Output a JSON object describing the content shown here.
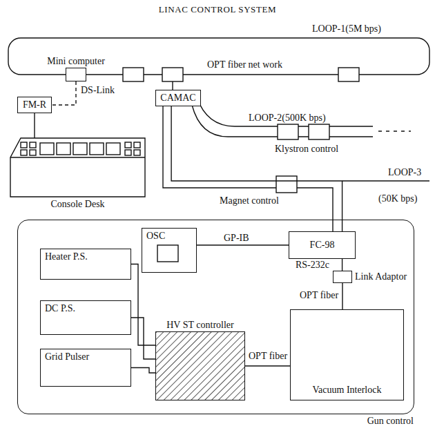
{
  "diagram": {
    "title": "LINAC CONTROL SYSTEM",
    "nodes": [
      {
        "text": [
          "Mini computer"
        ]
      },
      {
        "text": [
          "FM-R"
        ]
      },
      {
        "text": [
          "Console Desk"
        ]
      },
      {
        "text": [
          "CAMAC"
        ]
      },
      {
        "text": [
          "Gun control"
        ]
      },
      {
        "text": [
          "OSC"
        ],
        "in": 4
      },
      {
        "text": [
          "FC-98"
        ],
        "in": 4
      },
      {
        "text": [
          "Link Adaptor"
        ],
        "in": 4
      },
      {
        "text": [
          "Vacuum Interlock"
        ],
        "in": 4
      },
      {
        "text": [
          "Heater P.S."
        ],
        "in": 4
      },
      {
        "text": [
          "DC P.S."
        ],
        "in": 4
      },
      {
        "text": [
          "Grid Pulser"
        ],
        "in": 4
      },
      {
        "text": [
          "HV ST controller"
        ],
        "in": 4
      }
    ],
    "edges": [
      {
        "from": 0,
        "to": 1,
        "label": "DS-Link",
        "arrow": "none"
      },
      {
        "from": 1,
        "to": 2,
        "arrow": "none"
      },
      {
        "from": 3,
        "to": 6,
        "arrow": "none"
      },
      {
        "from": 5,
        "to": 6,
        "label": "GP-IB",
        "arrow": "none"
      },
      {
        "from": 6,
        "to": 7,
        "label": "RS-232c",
        "arrow": "none"
      },
      {
        "from": 7,
        "to": 8,
        "label": "OPT fiber",
        "arrow": "none"
      },
      {
        "from": 12,
        "to": 8,
        "label": "OPT fiber",
        "arrow": "none"
      },
      {
        "from": 9,
        "to": 12,
        "arrow": "none"
      },
      {
        "from": 10,
        "to": 12,
        "arrow": "none"
      },
      {
        "from": 11,
        "to": 12,
        "arrow": "none"
      }
    ],
    "labels": [
      "LOOP-1(5M bps)",
      "OPT fiber net work",
      "LOOP-2(500K bps)",
      "Klystron control",
      "LOOP-3",
      "(50K bps)",
      "Magnet control"
    ]
  }
}
